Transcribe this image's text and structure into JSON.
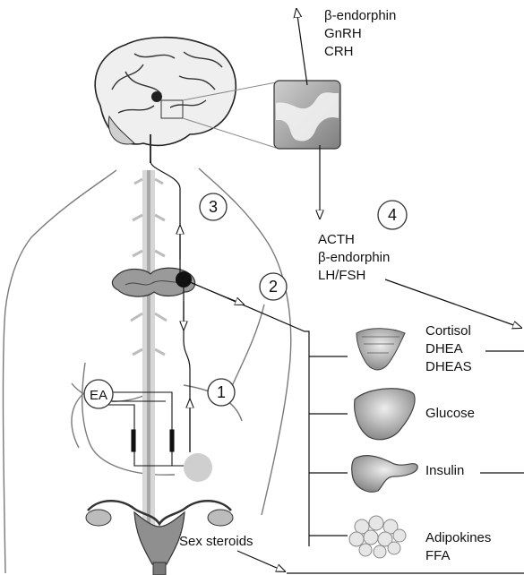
{
  "hypothalamus_hormones": [
    "β-endorphin",
    "GnRH",
    "CRH"
  ],
  "pituitary_hormones": [
    "ACTH",
    "β-endorphin",
    "LH/FSH"
  ],
  "step_numbers": [
    "1",
    "2",
    "3",
    "4"
  ],
  "ea_label": "EA",
  "organ_outputs": {
    "adrenal": [
      "Cortisol",
      "DHEA",
      "DHEAS"
    ],
    "liver": [
      "Glucose"
    ],
    "pancreas": [
      "Insulin"
    ],
    "adipose": [
      "Adipokines",
      "FFA"
    ]
  },
  "sex_steroids_label": "Sex steroids",
  "icons": {
    "brain": "brain-icon",
    "pituitary_zoom": "pituitary-zoom-icon",
    "spinal_ganglion": "spinal-ganglion-icon",
    "adrenal": "adrenal-gland-icon",
    "liver": "liver-icon",
    "pancreas": "pancreas-icon",
    "adipose": "adipose-tissue-icon",
    "uterus": "uterus-ovaries-icon"
  },
  "colors": {
    "line": "#111111",
    "body_outline": "#777777",
    "spine": "#b9b9b9",
    "acupoint": "#c8c8c8",
    "organ": "#b5b5b5"
  }
}
